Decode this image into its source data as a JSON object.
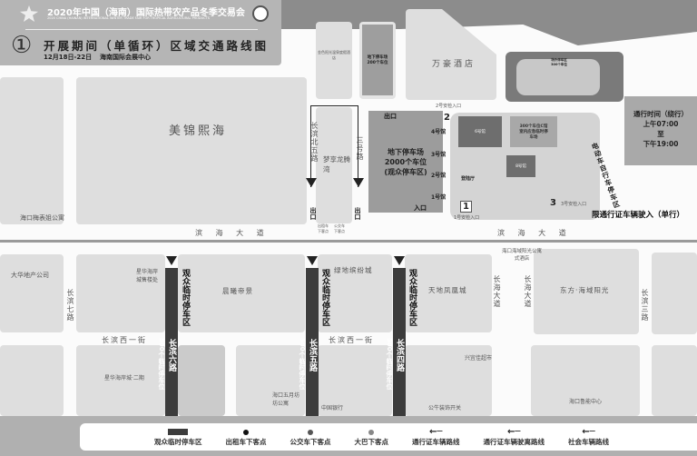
{
  "header": {
    "event_title": "2020年中国（海南）国际热带农产品冬季交易会",
    "event_subtitle": "2020 CHINA (HAINAN) INTERNATIONAL WINTER TRADE FAIR FOR TROPICAL AGRICULTURAL PRODUCTS",
    "number": "①",
    "map_title": "开展期间（单循环）区域交通路线图",
    "dates": "12月18日-22日",
    "venue": "海南国际会展中心"
  },
  "places": {
    "hotel_sun": "金色阳光温泉度假酒店",
    "underground_200": "地下停车场200个车位",
    "wanhao": "万豪酒店",
    "meijin": "美锦熙海",
    "meipo_apt": "海口梅表姐公寓",
    "changbin_n5": "长滨北五路",
    "mengxiang": "梦享龙腾湾",
    "sanhao_road": "三号路",
    "underground_main": [
      "地下停车场",
      "2000个车位",
      "(观众停车区)"
    ],
    "outside_parking": "场外停车区300个车位",
    "hall4": "4号馆",
    "hall3": "3号馆",
    "hall2": "2号馆",
    "hall1": "1号馆",
    "hall6": "6号馆",
    "hall8": "8号馆",
    "c_parking": "300个车位C馆室内应急临时停车场",
    "ev_parking": "电动车自行车停车区",
    "dengluting": "登陆厅",
    "gate1": "1号安检入口",
    "gate2": "2号安检入口",
    "gate3": "3号安检入口",
    "exit": "出口",
    "entrance": "入口",
    "binhai": "滨 海 大 道",
    "taxi_drop": "出租车下客点",
    "bus_drop": "公交车下客点",
    "dahua": "大华地产公司",
    "xinghua_sales": "星华海岸城售楼处",
    "chenxi": "晨曦帝景",
    "lvdi": "绿地缤纷城",
    "tiandi": "天地凤凰城",
    "haiyu_hotel": "海口海域阳光公寓式酒店",
    "dongfang": "东方·海域阳光",
    "changbin_7": "长滨七路",
    "changbin_6": "长滨六路",
    "changbin_5": "长滨五路",
    "changbin_4": "长滨四路",
    "changbin_3": "长滨三路",
    "changhai": "长海大道",
    "changbin_w1": "长滨西一街",
    "xinghua2": "星华海岸城·二期",
    "wuyue": "海口五月坊坊公寓",
    "boc": "中国银行",
    "xingyi": "兴宜佳超市",
    "gongniu": "公牛装饰开关",
    "luneng": "海口鲁能中心",
    "temp_area": "观众临时停车区",
    "temp_spots": "500个临时停车位"
  },
  "notices": {
    "time_title": "通行时间（绕行）",
    "time_from": "上午07:00",
    "time_to_word": "至",
    "time_to": "下午19:00",
    "restricted": "限通行证车辆驶入（单行）"
  },
  "legend": [
    {
      "icon": "parking-bar",
      "label": "观众临时停车区"
    },
    {
      "icon": "dot-black",
      "label": "出租车下客点"
    },
    {
      "icon": "dot-gray",
      "label": "公交车下客点"
    },
    {
      "icon": "dot-lightgray",
      "label": "大巴下客点"
    },
    {
      "icon": "arrow-left",
      "label": "通行证车辆路线"
    },
    {
      "icon": "arrow-left",
      "label": "通行证车辆驶离路线"
    },
    {
      "icon": "arrow-left",
      "label": "社会车辆路线"
    }
  ]
}
